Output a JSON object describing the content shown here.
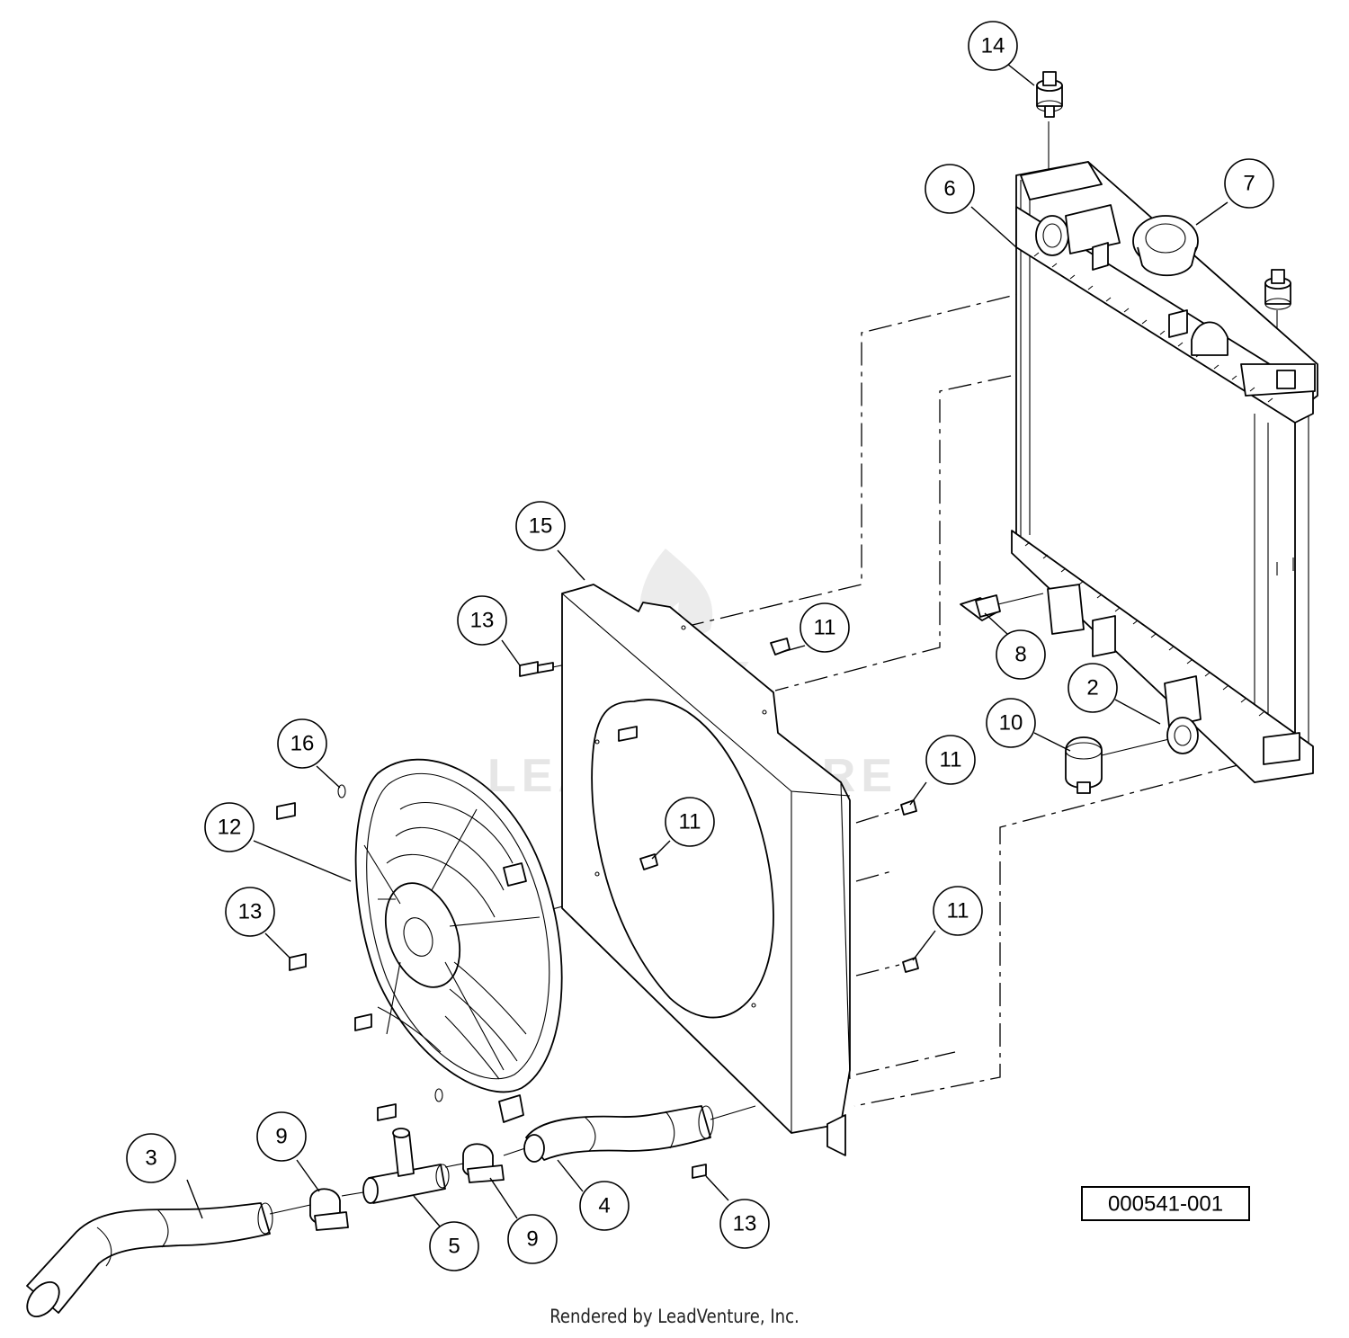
{
  "diagram": {
    "callouts": [
      "14",
      "6",
      "7",
      "15",
      "13",
      "11",
      "8",
      "2",
      "10",
      "11",
      "16",
      "12",
      "11",
      "13",
      "11",
      "3",
      "9",
      "5",
      "9",
      "4",
      "13"
    ],
    "reference_number": "000541-001",
    "watermark": "LEADVENTURE",
    "footer": "Rendered by LeadVenture, Inc."
  }
}
